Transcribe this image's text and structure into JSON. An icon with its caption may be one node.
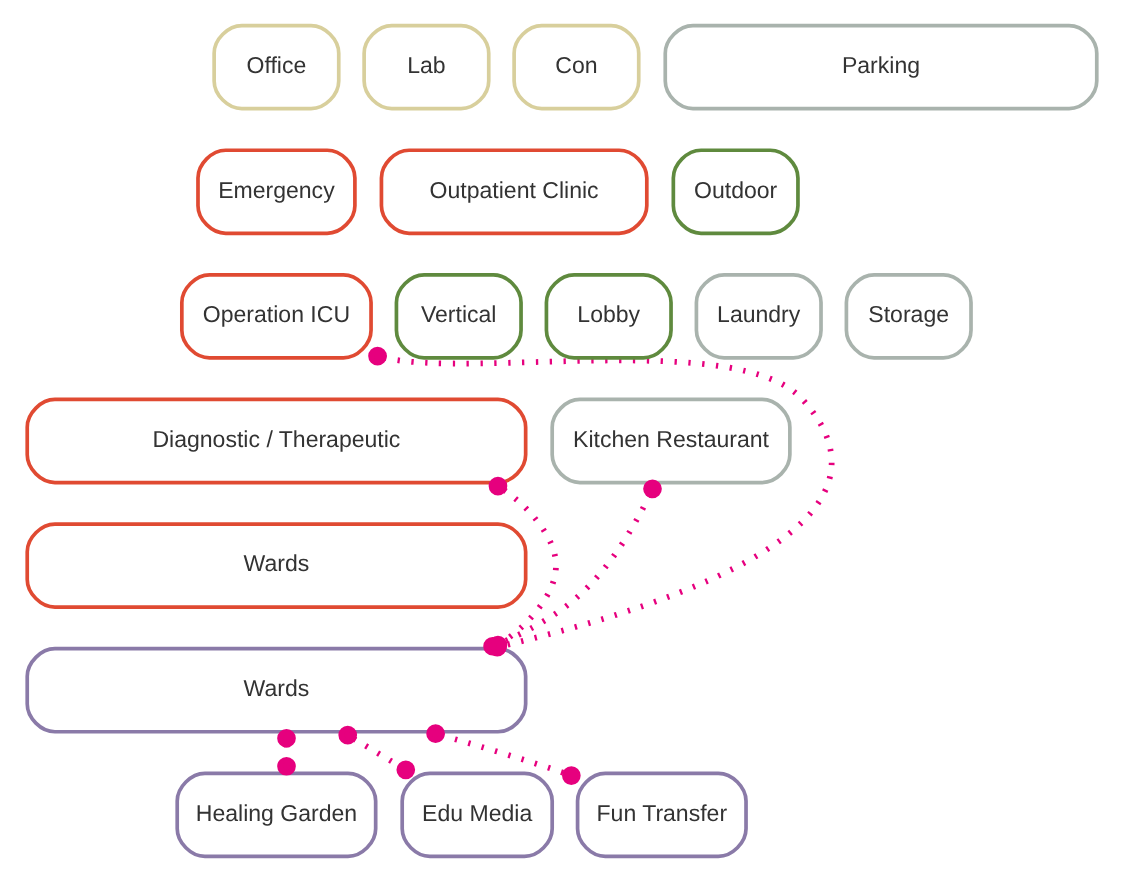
{
  "diagram": {
    "nodes": [
      {
        "text": [
          "Office"
        ]
      },
      {
        "text": [
          "Lab"
        ]
      },
      {
        "text": [
          "Con"
        ]
      },
      {
        "text": [
          "Parking"
        ]
      },
      {
        "text": [
          "Emergency"
        ]
      },
      {
        "text": [
          "Outpatient Clinic"
        ]
      },
      {
        "text": [
          "Outdoor"
        ]
      },
      {
        "text": [
          "Operation ICU"
        ]
      },
      {
        "text": [
          "Vertical"
        ]
      },
      {
        "text": [
          "Lobby"
        ]
      },
      {
        "text": [
          "Laundry"
        ]
      },
      {
        "text": [
          "Storage"
        ]
      },
      {
        "text": [
          "Diagnostic / Therapeutic"
        ]
      },
      {
        "text": [
          "Kitchen Restaurant"
        ]
      },
      {
        "text": [
          "Wards"
        ]
      },
      {
        "text": [
          "Wards"
        ]
      },
      {
        "text": [
          "Healing Garden"
        ]
      },
      {
        "text": [
          "Edu Media"
        ]
      },
      {
        "text": [
          "Fun Transfer"
        ]
      }
    ],
    "edges": [
      {
        "from": 7,
        "to": 15,
        "arrow": "other",
        "style": "dashed"
      },
      {
        "from": 12,
        "to": 15,
        "arrow": "other",
        "style": "dashed"
      },
      {
        "from": 13,
        "to": 15,
        "arrow": "other",
        "style": "dashed"
      },
      {
        "from": 15,
        "to": 16,
        "arrow": "other",
        "style": "dashed"
      },
      {
        "from": 15,
        "to": 17,
        "arrow": "other",
        "style": "dashed"
      },
      {
        "from": 15,
        "to": 18,
        "arrow": "other",
        "style": "dashed"
      }
    ]
  }
}
